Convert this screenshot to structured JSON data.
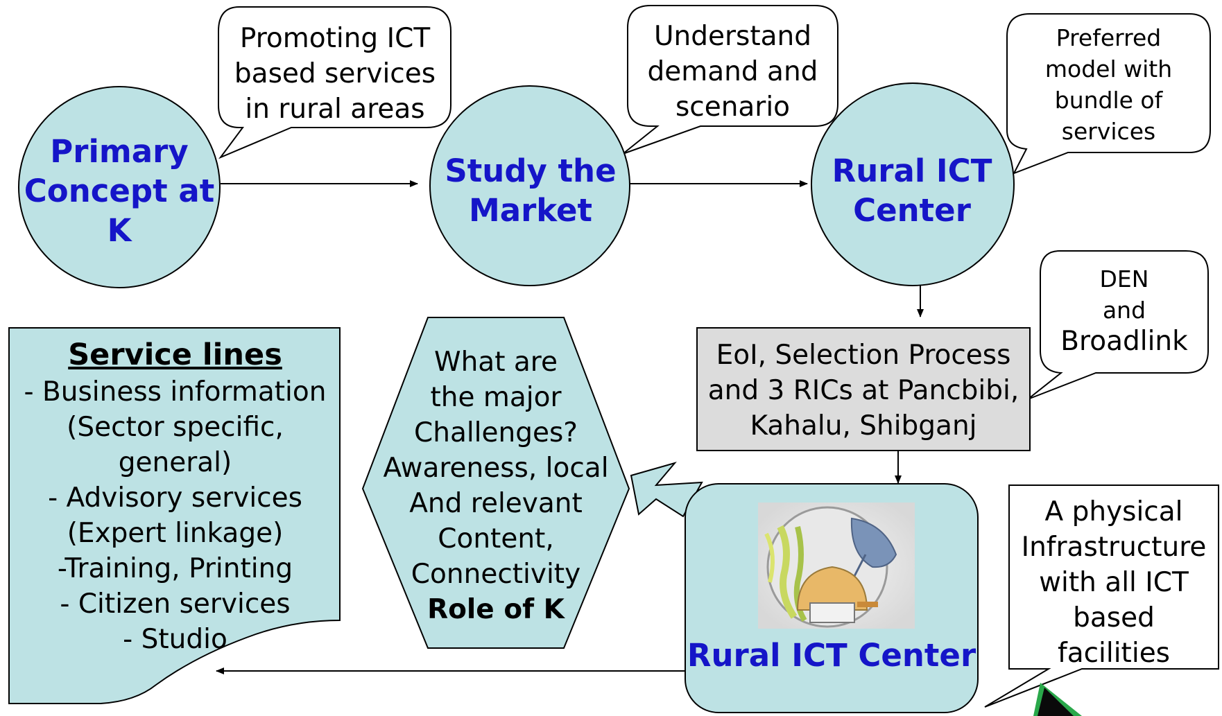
{
  "nodes": {
    "primary_concept": "Primary Concept at K",
    "primary_concept_lines": [
      "Primary",
      "Concept at",
      "K"
    ],
    "study_market_lines": [
      "Study the",
      "Market"
    ],
    "rural_ict_top_lines": [
      "Rural ICT",
      "Center"
    ],
    "rural_ict_bottom": "Rural ICT Center"
  },
  "callouts": {
    "promoting_lines": [
      "Promoting ICT",
      "based services",
      "in rural areas"
    ],
    "understand_lines": [
      "Understand",
      "demand and",
      "scenario"
    ],
    "preferred_lines": [
      "Preferred",
      "model with",
      "bundle of",
      "services"
    ],
    "den_lines": [
      "DEN",
      "and",
      "Broadlink"
    ],
    "physical_lines": [
      "A physical",
      "Infrastructure",
      "with all ICT",
      "based",
      "facilities"
    ]
  },
  "process_box": {
    "lines": [
      "EoI, Selection Process",
      "and 3 RICs at Pancbibi,",
      "Kahalu, Shibganj"
    ]
  },
  "challenges": {
    "lines": [
      "What are",
      "the major",
      "Challenges?",
      "Awareness, local",
      "And relevant",
      "Content,",
      "Connectivity"
    ],
    "role": "Role of K"
  },
  "service_lines": {
    "title": "Service lines",
    "items": [
      "- Business information",
      "(Sector specific, general)",
      "- Advisory services",
      "(Expert linkage)",
      "-Training, Printing",
      "- Citizen services",
      "- Studio"
    ]
  },
  "colors": {
    "shape_fill": "#bde2e4",
    "process_fill": "#dcdcdc",
    "node_text": "#1515c8",
    "outline": "#000000"
  }
}
